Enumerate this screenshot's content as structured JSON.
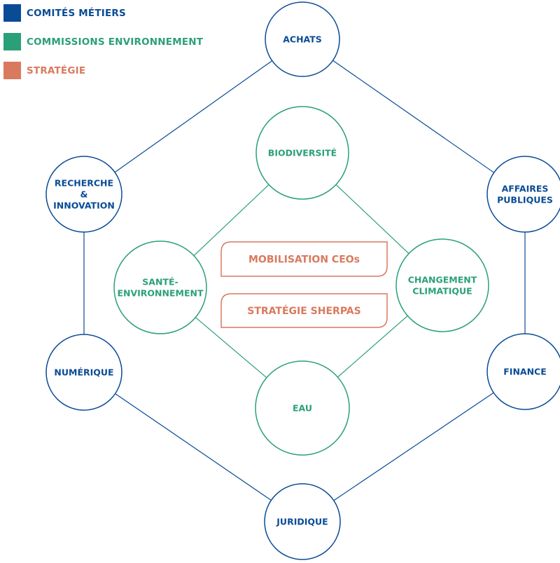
{
  "colors": {
    "comites": "#0a4b96",
    "commissions": "#2ba078",
    "strategie": "#d97a5e"
  },
  "legend": [
    {
      "label": "COMITÉS MÉTIERS",
      "category": "comites"
    },
    {
      "label": "COMMISSIONS ENVIRONNEMENT",
      "category": "commissions"
    },
    {
      "label": "STRATÉGIE",
      "category": "strategie"
    }
  ],
  "outer_nodes": [
    {
      "id": "achats",
      "lines": [
        "ACHATS"
      ]
    },
    {
      "id": "affaires-publiques",
      "lines": [
        "AFFAIRES",
        "PUBLIQUES"
      ]
    },
    {
      "id": "finance",
      "lines": [
        "FINANCE"
      ]
    },
    {
      "id": "juridique",
      "lines": [
        "JURIDIQUE"
      ]
    },
    {
      "id": "numerique",
      "lines": [
        "NUMÉRIQUE"
      ]
    },
    {
      "id": "recherche-innovation",
      "lines": [
        "RECHERCHE",
        "&",
        "INNOVATION"
      ]
    }
  ],
  "inner_nodes": [
    {
      "id": "biodiversite",
      "lines": [
        "BIODIVERSITÉ"
      ]
    },
    {
      "id": "changement-climatique",
      "lines": [
        "CHANGEMENT",
        "CLIMATIQUE"
      ]
    },
    {
      "id": "eau",
      "lines": [
        "EAU"
      ]
    },
    {
      "id": "sante-environnement",
      "lines": [
        "SANTÉ-",
        "ENVIRONNEMENT"
      ]
    }
  ],
  "strategy_boxes": [
    {
      "id": "mobilisation-ceos",
      "label": "MOBILISATION CEOs"
    },
    {
      "id": "strategie-sherpas",
      "label": "STRATÉGIE SHERPAS"
    }
  ],
  "edges": [
    {
      "from": "achats",
      "to": "affaires-publiques"
    },
    {
      "from": "affaires-publiques",
      "to": "finance"
    },
    {
      "from": "finance",
      "to": "juridique"
    },
    {
      "from": "juridique",
      "to": "numerique"
    },
    {
      "from": "numerique",
      "to": "recherche-innovation"
    },
    {
      "from": "recherche-innovation",
      "to": "achats"
    },
    {
      "from": "biodiversite",
      "to": "changement-climatique"
    },
    {
      "from": "changement-climatique",
      "to": "eau"
    },
    {
      "from": "eau",
      "to": "sante-environnement"
    },
    {
      "from": "sante-environnement",
      "to": "biodiversite"
    }
  ]
}
